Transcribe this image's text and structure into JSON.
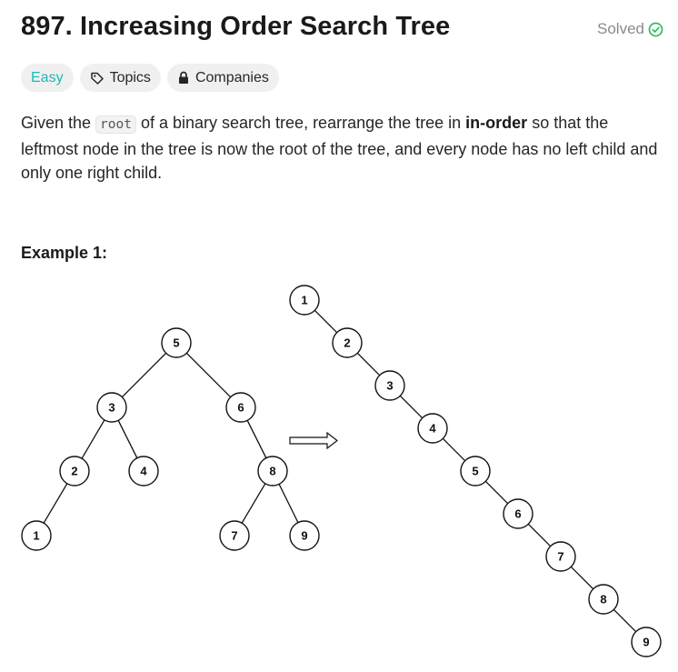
{
  "problem": {
    "title": "897. Increasing Order Search Tree",
    "status": "Solved"
  },
  "tags": {
    "difficulty": "Easy",
    "topics": "Topics",
    "companies": "Companies"
  },
  "description": {
    "p1": "Given the ",
    "code": "root",
    "p2": " of a binary search tree, rearrange the tree in ",
    "bold": "in-order",
    "p3": " so that the leftmost node in the tree is now the root of the tree, and every node has no left child and only one right child."
  },
  "example": {
    "heading": "Example 1:",
    "input_tree": {
      "nodes": [
        {
          "id": "5",
          "label": "5"
        },
        {
          "id": "3",
          "label": "3"
        },
        {
          "id": "6",
          "label": "6"
        },
        {
          "id": "2",
          "label": "2"
        },
        {
          "id": "4",
          "label": "4"
        },
        {
          "id": "8",
          "label": "8"
        },
        {
          "id": "1",
          "label": "1"
        },
        {
          "id": "7",
          "label": "7"
        },
        {
          "id": "9",
          "label": "9"
        }
      ],
      "edges": [
        [
          "5",
          "3"
        ],
        [
          "5",
          "6"
        ],
        [
          "3",
          "2"
        ],
        [
          "3",
          "4"
        ],
        [
          "6",
          "8"
        ],
        [
          "2",
          "1"
        ],
        [
          "8",
          "7"
        ],
        [
          "8",
          "9"
        ]
      ]
    },
    "output_tree": {
      "nodes": [
        "1",
        "2",
        "3",
        "4",
        "5",
        "6",
        "7",
        "8",
        "9"
      ]
    }
  },
  "colors": {
    "solved_check": "#2cbb5d",
    "easy": "#1cb8b8"
  }
}
